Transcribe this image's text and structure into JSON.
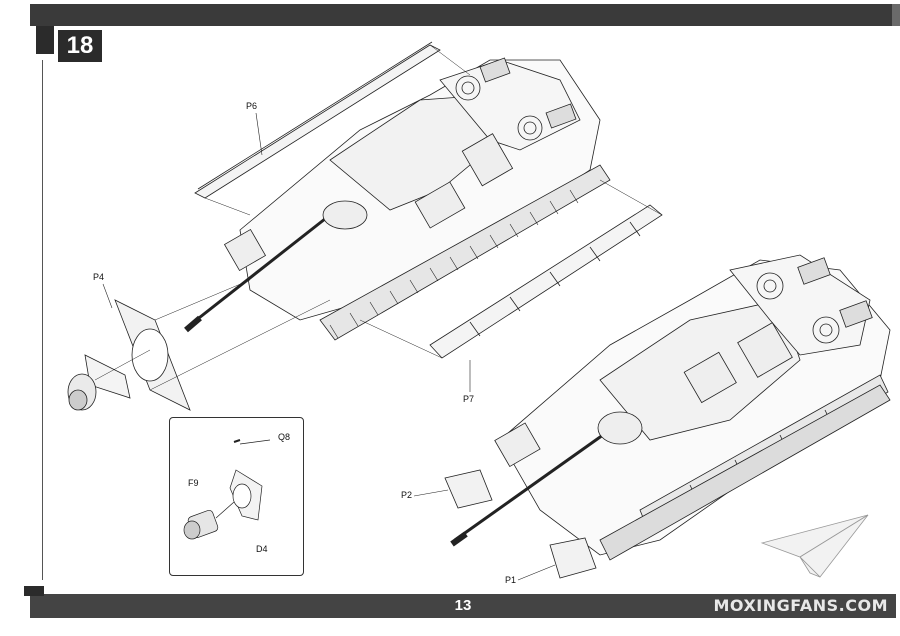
{
  "header": {
    "step_number": "18"
  },
  "footer": {
    "page_number": "13",
    "watermark": "MOXINGFANS.COM"
  },
  "callouts": {
    "p6": "P6",
    "p4": "P4",
    "p7": "P7",
    "q8": "Q8",
    "f9": "F9",
    "d4": "D4",
    "p2": "P2",
    "p1": "P1"
  },
  "icons": {
    "logo": "paper-plane-logo-icon"
  }
}
